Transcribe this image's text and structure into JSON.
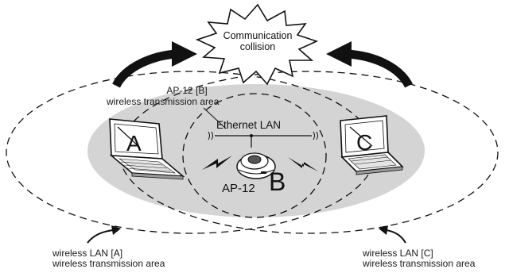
{
  "collision": {
    "line1": "Communication",
    "line2": "collision"
  },
  "area_b": {
    "line1": "AP-12 [B]",
    "line2": "wireless transmission area"
  },
  "ethernet": {
    "label": "Ethernet LAN"
  },
  "access_point": {
    "name": "AP-12",
    "letter": "B"
  },
  "laptop_a": {
    "letter": "A"
  },
  "laptop_c": {
    "letter": "C"
  },
  "area_a": {
    "line1": "wireless LAN [A]",
    "line2": "wireless transmission area"
  },
  "area_c": {
    "line1": "wireless LAN [C]",
    "line2": "wireless transmission area"
  },
  "colors": {
    "shade": "#d4d4d4",
    "ink": "#111111",
    "screen": "#ffffff"
  }
}
